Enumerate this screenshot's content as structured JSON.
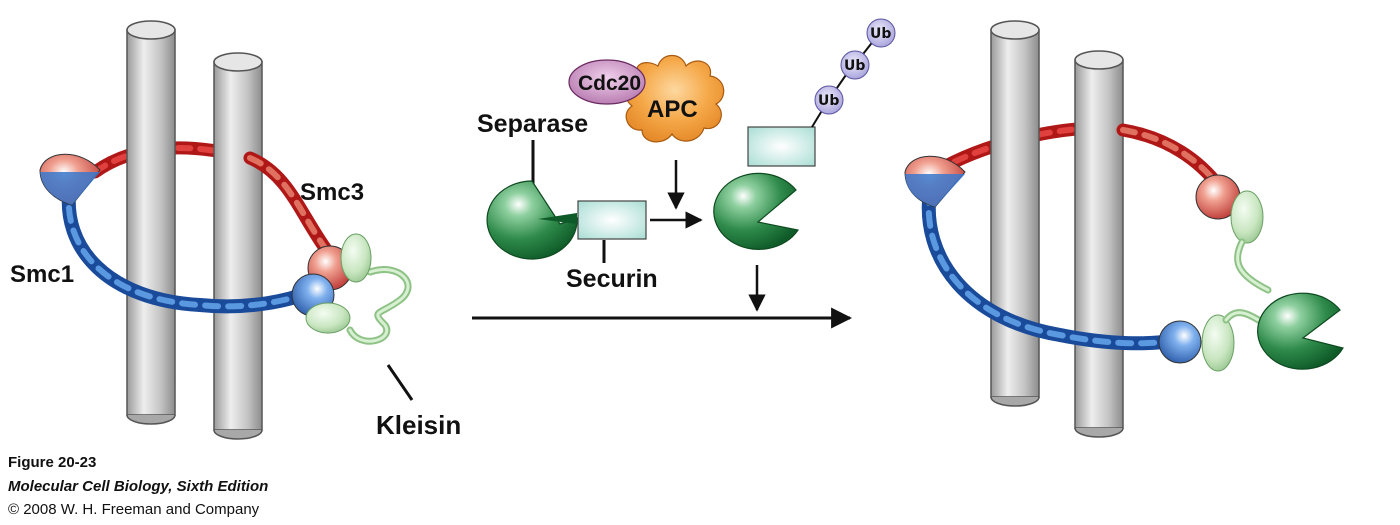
{
  "labels": {
    "smc1": "Smc1",
    "smc3": "Smc3",
    "kleisin": "Kleisin",
    "separase": "Separase",
    "securin": "Securin",
    "cdc20": "Cdc20",
    "apc": "APC",
    "ubiquitin": [
      "Ub",
      "Ub",
      "Ub"
    ]
  },
  "caption": {
    "figure": "Figure 20-23",
    "book": "Molecular Cell Biology, Sixth Edition",
    "copyright": "© 2008 W. H. Freeman and Company"
  },
  "colors": {
    "smc3_red": "#c8202a",
    "smc1_blue": "#2f6fc0",
    "kleisin_green": "#c8e6c0",
    "separase_green": "#2e8a4a",
    "securin_cyan": "#cdeee8",
    "apc_orange": "#f0a040",
    "cdc20_purple": "#c890c0",
    "ub_lavender": "#b8b0e0",
    "pillar_gray": "#c8c8c8"
  }
}
